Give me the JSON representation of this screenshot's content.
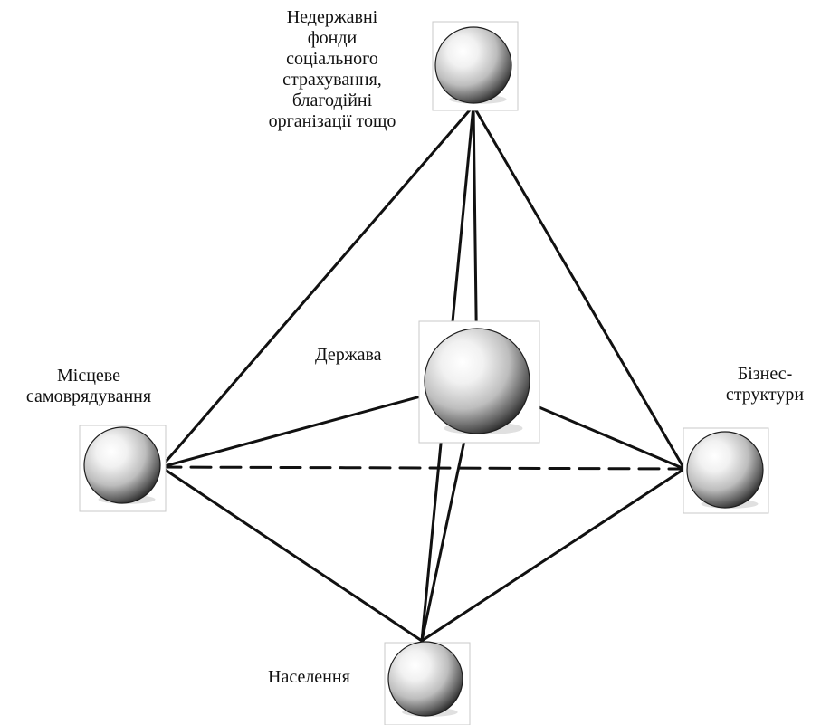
{
  "nodes": {
    "ngo": {
      "label_lines": [
        "Недержавні",
        "фонди",
        "соціального",
        "страхування,",
        "благодійні",
        "організації тощо"
      ]
    },
    "state": {
      "label": "Держава"
    },
    "local": {
      "label_lines": [
        "Місцеве",
        "самоврядування"
      ]
    },
    "business": {
      "label_lines": [
        "Бізнес-",
        "структури"
      ]
    },
    "population": {
      "label": "Населення"
    }
  },
  "edges": [
    {
      "from": "local",
      "to": "ngo",
      "style": "solid"
    },
    {
      "from": "business",
      "to": "ngo",
      "style": "solid"
    },
    {
      "from": "local",
      "to": "population",
      "style": "solid"
    },
    {
      "from": "business",
      "to": "population",
      "style": "solid"
    },
    {
      "from": "population",
      "to": "ngo",
      "style": "solid"
    },
    {
      "from": "state",
      "to": "ngo",
      "style": "solid"
    },
    {
      "from": "population",
      "to": "state",
      "style": "solid"
    },
    {
      "from": "local",
      "to": "state",
      "style": "solid"
    },
    {
      "from": "business",
      "to": "state",
      "style": "solid"
    },
    {
      "from": "local",
      "to": "business",
      "style": "dashed"
    }
  ],
  "colors": {
    "line": "#111111",
    "frame": "#c8c8c8",
    "sphere_light": "#ffffff",
    "sphere_dark": "#3a3a3a"
  }
}
